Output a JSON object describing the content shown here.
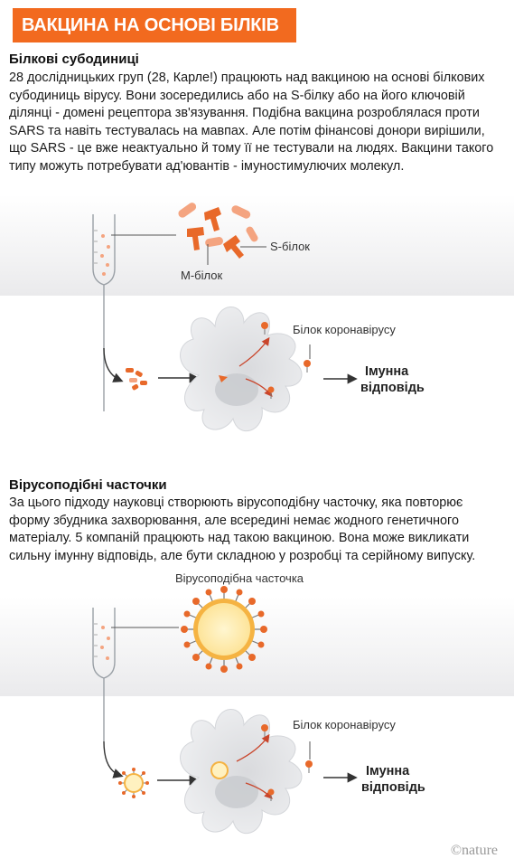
{
  "title": "ВАКЦИНА НА ОСНОВІ БІЛКІВ",
  "section1": {
    "heading": "Білкові субодиниці",
    "body": "28 дослідницьких груп (28, Карле!) працюють над вакциною на основі білкових субодиниць вірусу. Вони зосередились або на S-білку або на його ключовій ділянці - домені рецептора зв'язування. Подібна вакцина розроблялася проти SARS та навіть тестувалась на мавпах. Але потім фінансові донори вирішили, що SARS - це вже неактуально й тому її не тестували на людях. Вакцини такого типу можуть потребувати ад'ювантів - імуностимулючих молекул.",
    "label_s": "S-білок",
    "label_m": "M-білок",
    "label_virus_protein": "Білок коронавірусу",
    "label_response_1": "Імунна",
    "label_response_2": "відповідь"
  },
  "section2": {
    "heading": "Вірусоподібні часточки",
    "body": "За цього підходу науковці створюють вірусоподібну часточку, яка повторює форму збудника захворювання, але всередині немає жодного генетичного матеріалу. 5 компаній працюють над такою вакциною. Вона може викликати сильну імунну відповідь, але бути складною у розробці та серійному випуску.",
    "label_vlp": "Вірусоподібна часточка",
    "label_virus_protein": "Білок коронавірусу",
    "label_response_1": "Імунна",
    "label_response_2": "відповідь"
  },
  "credit": "©nature",
  "colors": {
    "accent": "#f26a1f",
    "protein": "#e8692a",
    "cell": "#e9eaec",
    "vlp_core": "#fde9a0"
  }
}
